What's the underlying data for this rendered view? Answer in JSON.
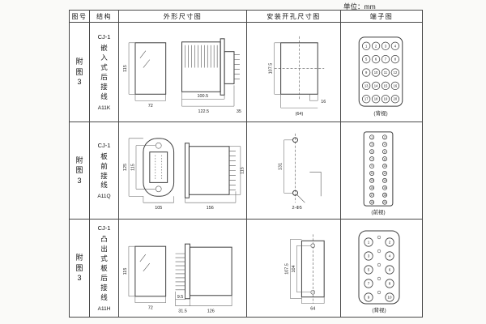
{
  "page": {
    "unit_label": "单位：mm"
  },
  "table": {
    "headers": {
      "figure": "图号",
      "structure": "结构",
      "outline": "外形尺寸图",
      "mounting": "安装开孔尺寸图",
      "terminal": "端子图"
    },
    "rows": [
      {
        "figure": "附图3",
        "model": "CJ-1",
        "structure": "嵌入式后接线",
        "code": "A11K",
        "outline": {
          "front_height": "115",
          "front_width": "72",
          "body_length": "100.5",
          "total_length": "122.5",
          "depth": "35"
        },
        "mounting": {
          "cutout_height": "107.5",
          "notch": "16",
          "width_ref": "(64)"
        },
        "terminal": {
          "caption": "(背视)",
          "numbers": [
            1,
            2,
            3,
            4,
            5,
            6,
            7,
            8,
            9,
            10,
            11,
            12,
            13,
            14,
            15,
            16,
            17,
            18,
            19,
            20
          ]
        }
      },
      {
        "figure": "附图3",
        "model": "CJ-1",
        "structure": "板前接线",
        "code": "A11Q",
        "outline": {
          "flange_height": "125",
          "hole_spacing": "115",
          "flange_width": "105",
          "body_length": "156",
          "body_height": "115"
        },
        "mounting": {
          "hole_spacing": "131",
          "holes": "2-Φ5"
        },
        "terminal": {
          "caption": "(前视)",
          "numbers": [
            1,
            2,
            3,
            4,
            5,
            6,
            7,
            8,
            9,
            10,
            11,
            12,
            13,
            14,
            15,
            16,
            17,
            18,
            19,
            20
          ]
        }
      },
      {
        "figure": "附图3",
        "model": "CJ-1",
        "structure": "凸出式板后接线",
        "code": "A11H",
        "outline": {
          "front_height": "115",
          "front_width": "72",
          "pin_length": "9.5",
          "protrusion": "31.5",
          "body_length": "126"
        },
        "mounting": {
          "height": "107.5",
          "inner_height": "104",
          "width": "64"
        },
        "terminal": {
          "caption": "(背视)",
          "numbers": [
            1,
            2,
            3,
            4,
            5,
            6,
            7,
            8,
            9,
            10
          ]
        }
      }
    ]
  }
}
